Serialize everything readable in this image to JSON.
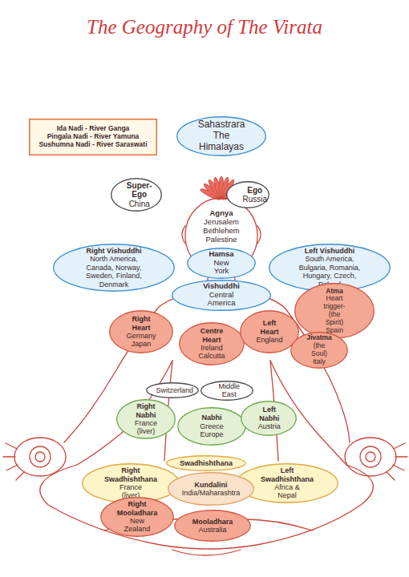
{
  "diagram": {
    "title": "The Geography of The Virata",
    "nodes": [
      {
        "text": [
          "Ida Nadi - River Ganga",
          "Pingala Nadi - River Yamuna",
          "Sushumna Nadi - River Saraswati"
        ]
      },
      {
        "text": [
          "Sahastrara",
          "The Himalayas"
        ]
      },
      {
        "text": [
          "Super-Ego",
          "China"
        ]
      },
      {
        "text": [
          "Agnya",
          "Jerusalem Bethlehem Palestine"
        ]
      },
      {
        "text": [
          "Ego",
          "Russia"
        ]
      },
      {
        "text": [
          "Right Vishuddhi",
          "North America, Canada, Norway, Sweden, Finland, Denmark"
        ]
      },
      {
        "text": [
          "Hamsa",
          "New York"
        ]
      },
      {
        "text": [
          "Left Vishuddhi",
          "South America, Bulgaria, Romania, Hungary, Czech, Poland"
        ]
      },
      {
        "text": [
          "Vishuddhi",
          "Central America"
        ]
      },
      {
        "text": [
          "Right Heart",
          "Germany Japan"
        ]
      },
      {
        "text": [
          "Atma",
          "Heart trigger-(the Spirit) Spain"
        ]
      },
      {
        "text": [
          "Centre Heart",
          "Ireland Calcutta"
        ]
      },
      {
        "text": [
          "Left Heart",
          "England"
        ]
      },
      {
        "text": [
          "Jivatma",
          "(the Soul) Italy"
        ]
      },
      {
        "text": [
          "Switzerland"
        ]
      },
      {
        "text": [
          "Middle East"
        ]
      },
      {
        "text": [
          "Right Nabhi",
          "France (liver)"
        ]
      },
      {
        "text": [
          "Nabhi",
          "Greece Europe"
        ]
      },
      {
        "text": [
          "Left Nabhi",
          "Austria"
        ]
      },
      {
        "text": [
          "Swadhishthana"
        ]
      },
      {
        "text": [
          "Right Swadhishthana",
          "France (liver)"
        ]
      },
      {
        "text": [
          "Left Swadhishthana",
          "Africa & Nepal"
        ]
      },
      {
        "text": [
          "Kundalini",
          "India/Maharashtra"
        ]
      },
      {
        "text": [
          "Right Mooladhara",
          "New Zealand"
        ]
      },
      {
        "text": [
          "Mooladhara",
          "Australia"
        ]
      }
    ]
  }
}
